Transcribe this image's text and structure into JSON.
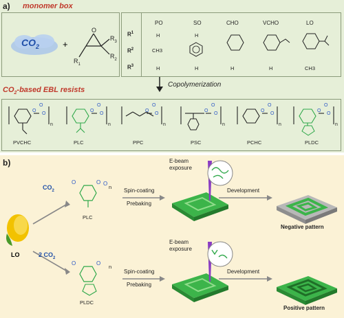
{
  "panel_a": {
    "label": "a)",
    "monomer_box_title": "monomer box",
    "co2": "CO",
    "co2_sub": "2",
    "plus": "+",
    "epoxide_labels": {
      "r1": "R",
      "r1_sub": "1",
      "r2": "R",
      "r2_sub": "2",
      "r3": "R",
      "r3_sub": "3"
    },
    "table_headers": [
      "PO",
      "SO",
      "CHO",
      "VCHO",
      "LO"
    ],
    "row_labels": [
      "R1",
      "R2",
      "R3"
    ],
    "row_label_parts": [
      {
        "t": "R",
        "s": "1"
      },
      {
        "t": "R",
        "s": "2"
      },
      {
        "t": "R",
        "s": "3"
      }
    ],
    "h": "H",
    "ch3": "CH3",
    "arrow_text": "Copolymerization",
    "resists_title_pre": "CO",
    "resists_title_sub": "2",
    "resists_title_post": "-based EBL resists",
    "polymers": [
      "PVCHC",
      "PLC",
      "PPC",
      "PSC",
      "PCHC",
      "PLDC"
    ],
    "n": "n"
  },
  "panel_b": {
    "label": "b)",
    "lo": "LO",
    "co2_top": "CO",
    "co2_top_sub": "2",
    "co2_bottom": "2 CO",
    "co2_bottom_sub": "2",
    "plc": "PLC",
    "pldc": "PLDC",
    "spin": "Spin-coating",
    "prebake": "Prebaking",
    "ebeam_line1": "E-beam",
    "ebeam_line2": "exposure",
    "development": "Development",
    "negative": "Negative pattern",
    "positive": "Positive pattern"
  },
  "colors": {
    "panel_a_bg": "#e6efd8",
    "panel_b_bg": "#fbf2d6",
    "title_red": "#c0392b",
    "co2_blue": "#1f4fa8",
    "polymer_green": "#2fa84a",
    "oxygen_blue": "#2a56c6"
  }
}
